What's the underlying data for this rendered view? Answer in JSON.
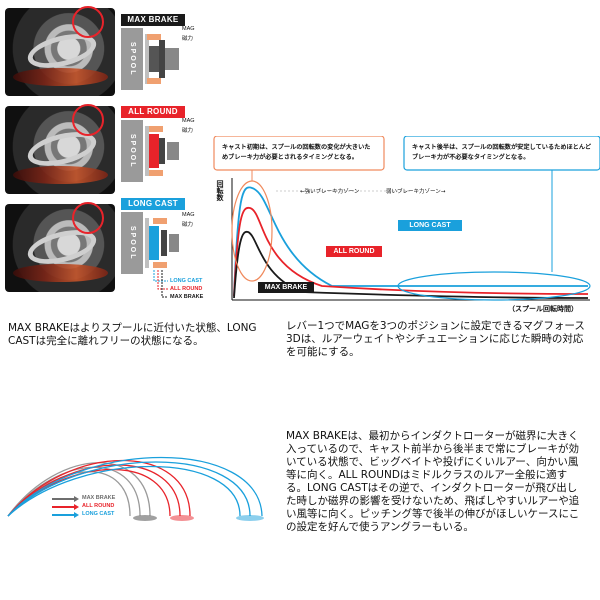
{
  "modes": [
    {
      "label": "MAX BRAKE",
      "color": "#1a1a1a"
    },
    {
      "label": "ALL ROUND",
      "color": "#e8232a"
    },
    {
      "label": "LONG CAST",
      "color": "#1aa0dc"
    }
  ],
  "diagram_labels": {
    "spool": "SPOOL",
    "mag": "MAG",
    "magnet": "磁力",
    "legend": [
      "LONG CAST",
      "ALL ROUND",
      "MAX BRAKE"
    ]
  },
  "captions": {
    "left": "MAX BRAKEはよりスプールに近付いた状態、LONG CASTは完全に離れフリーの状態になる。",
    "right": "レバー1つでMAGを3つのポジションに設定できるマグフォース3Dは、ルアーウェイトやシチュエーションに応じた瞬時の対応を可能にする。",
    "bottom": "MAX BRAKEは、最初からインダクトローターが磁界に大きく入っているので、キャスト前半から後半まで常にブレーキが効いている状態で、ビッグベイトや投げにくいルアー、向かい風等に向く。ALL ROUNDはミドルクラスのルアー全般に適する。LONG CASTはその逆で、インダクトローターが飛び出した時しか磁界の影響を受けないため、飛ばしやすいルアーや追い風等に向く。ピッチング等で後半の伸びがほしいケースにこの設定を好んで使うアングラーもいる。"
  },
  "chart": {
    "callout_left": "キャスト初期は、スプールの回転数の変化が大きいためブレーキ力が必要とされるタイミングとなる。",
    "callout_right": "キャスト後半は、スプールの回転数が安定しているためほとんどブレーキ力が不必要なタイミングとなる。",
    "ylabel": "回転数",
    "xlabel": "（スプール回転時間）",
    "zone_strong": "←強いブレーキ力ゾーン",
    "zone_weak": "弱いブレーキ力ゾーン→",
    "series": [
      {
        "name": "LONG CAST",
        "color": "#1aa0dc"
      },
      {
        "name": "ALL ROUND",
        "color": "#e8232a"
      },
      {
        "name": "MAX BRAKE",
        "color": "#1a1a1a"
      }
    ]
  },
  "trajectory_legend": [
    {
      "name": "MAX BRAKE",
      "color": "#6e6e6e"
    },
    {
      "name": "ALL ROUND",
      "color": "#e8232a"
    },
    {
      "name": "LONG CAST",
      "color": "#1aa0dc"
    }
  ]
}
